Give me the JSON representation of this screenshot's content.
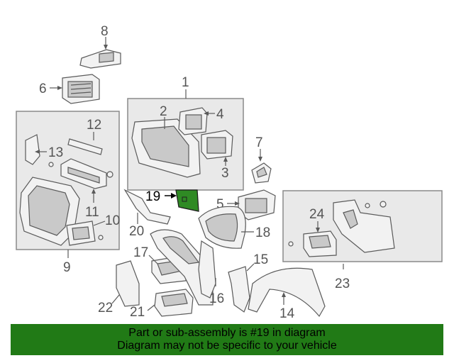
{
  "diagram": {
    "callouts": {
      "c1": "1",
      "c2": "2",
      "c3": "3",
      "c4": "4",
      "c5": "5",
      "c6": "6",
      "c7": "7",
      "c8": "8",
      "c9": "9",
      "c10": "10",
      "c11": "11",
      "c12": "12",
      "c13": "13",
      "c14": "14",
      "c15": "15",
      "c16": "16",
      "c17": "17",
      "c18": "18",
      "c19": "19",
      "c20": "20",
      "c21": "21",
      "c22": "22",
      "c23": "23",
      "c24": "24"
    },
    "highlight_color": "#2f8a24"
  },
  "banner": {
    "line1": "Part or sub-assembly is #19 in diagram",
    "line2": "Diagram may not be specific to your vehicle",
    "color": "#217a16"
  }
}
